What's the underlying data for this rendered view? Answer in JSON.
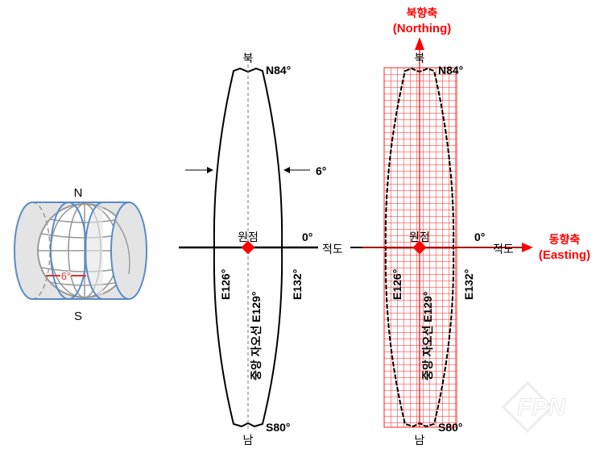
{
  "colors": {
    "accent_red": "#ff0000",
    "cylinder_blue": "#5b8ac6",
    "grid_red": "#ff2020"
  },
  "globe": {
    "north": "N",
    "south": "S",
    "zone_width": "6°"
  },
  "left_zone": {
    "north_label": "북",
    "south_label": "남",
    "north_lat": "N84°",
    "south_lat": "S80°",
    "zone_width": "6°",
    "origin": "원점",
    "equator_deg": "0°",
    "equator": "적도",
    "west_meridian": "E126°",
    "central_meridian": "중앙 자오선 E129°",
    "east_meridian": "E132°"
  },
  "right_zone": {
    "north_label": "북",
    "south_label": "남",
    "north_lat": "N84°",
    "south_lat": "S80°",
    "origin": "원점",
    "equator_deg": "0°",
    "equator": "적도",
    "west_meridian": "E126°",
    "central_meridian": "중앙 자오선 E129°",
    "east_meridian": "E132°",
    "northing_kr": "북향축",
    "northing_en": "(Northing)",
    "easting_kr": "동향축",
    "easting_en": "(Easting)"
  },
  "watermark": "FPN"
}
